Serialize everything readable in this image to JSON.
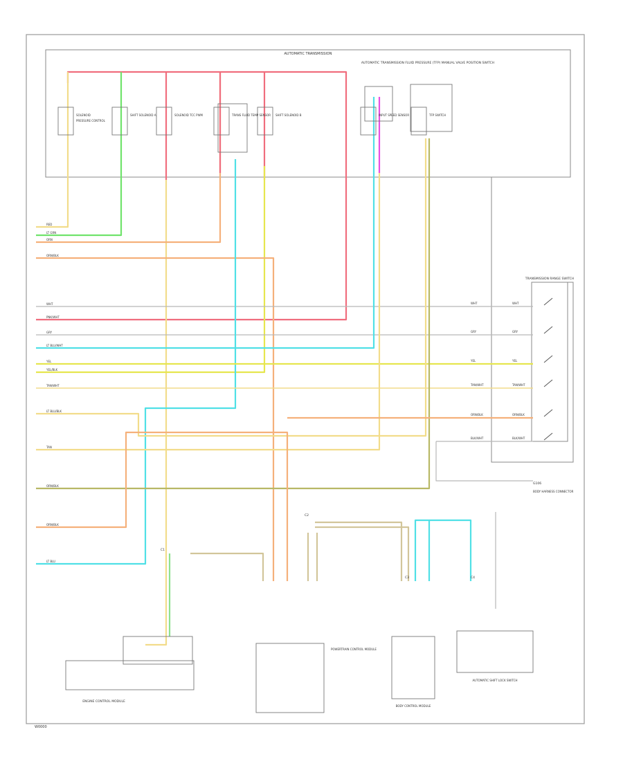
{
  "title": "AUTOMATIC TRANSMISSION",
  "right_header": "AUTOMATIC TRANSMISSION FLUID PRESSURE (TFP) MANUAL VALVE POSITION SWITCH",
  "footer_id": "W0000",
  "colors": {
    "pink": "#f06d7d",
    "green": "#6fe36b",
    "orange": "#f5b07a",
    "yellow": "#e6e64e",
    "ltyellow": "#f2dc8a",
    "cyan": "#4fe0e6",
    "magenta": "#e64fe6",
    "gray": "#b8b8b8",
    "tan": "#d2c59a",
    "olive": "#b8b865",
    "lightgreen": "#8fe08f",
    "frame": "#999999"
  },
  "top_components": [
    {
      "label": "SOLENOID",
      "sub": "PRESSURE CONTROL"
    },
    {
      "label": "SHIFT SOLENOID A"
    },
    {
      "label": "SOLENOID TCC PWM"
    },
    {
      "label": "TRANS FLUID TEMP SENSOR"
    },
    {
      "label": "SHIFT SOLENOID B"
    },
    {
      "label": "INPUT SPEED SENSOR"
    },
    {
      "label": "TFP SWITCH"
    }
  ],
  "left_wires": [
    {
      "label": "RED"
    },
    {
      "label": "LT GRN"
    },
    {
      "label": "ORN"
    },
    {
      "label": "ORN/BLK"
    },
    {
      "label": "WHT"
    },
    {
      "label": "PNK/WHT"
    },
    {
      "label": "GRY"
    },
    {
      "label": "LT BLU/WHT"
    },
    {
      "label": "YEL"
    },
    {
      "label": "YEL/BLK"
    },
    {
      "label": "TAN/WHT"
    },
    {
      "label": "LT BLU/BLK"
    },
    {
      "label": "TAN"
    },
    {
      "label": "ORN/BLK"
    },
    {
      "label": "ORN/BLK"
    },
    {
      "label": "LT BLU"
    }
  ],
  "switch_block": {
    "title": "TRANSMISSION RANGE SWITCH",
    "wire_labels": [
      "WHT",
      "GRY",
      "YEL",
      "TAN/WHT",
      "ORN/BLK",
      "BLK/WHT"
    ]
  },
  "ground_label": "G106",
  "ground_note": "BODY HARNESS CONNECTOR",
  "bottom_components": [
    {
      "label": "ENGINE CONTROL MODULE"
    },
    {
      "label": "POWERTRAIN CONTROL MODULE"
    },
    {
      "label": "BODY CONTROL MODULE"
    },
    {
      "label": "AUTOMATIC SHIFT LOCK SWITCH"
    }
  ],
  "connector_labels": [
    "C1",
    "C2",
    "C3",
    "C4"
  ],
  "chart_data": {
    "type": "diagram",
    "note": "wiring diagram"
  }
}
